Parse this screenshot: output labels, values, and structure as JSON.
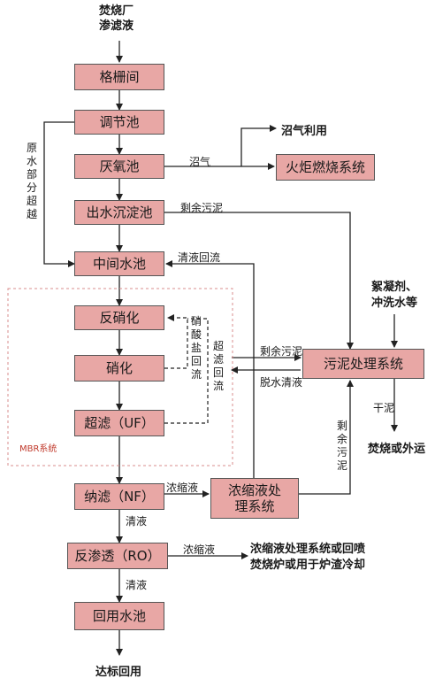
{
  "source": "焚烧厂\n渗滤液",
  "boxes": {
    "grid": "格栅间",
    "regulate": "调节池",
    "anaerobic": "厌氧池",
    "settle": "出水沉淀池",
    "middle": "中间水池",
    "denitrify": "反硝化",
    "nitrify": "硝化",
    "uf": "超滤（UF）",
    "nf": "纳滤（NF）",
    "ro": "反渗透（RO）",
    "reuse": "回用水池",
    "flare": "火炬燃烧系统",
    "sludge": "污泥处理系统",
    "concentrate": "浓缩液处\n理系统"
  },
  "labels": {
    "biogas_use": "沼气利用",
    "biogas": "沼气",
    "excess_sludge_1": "剩余污泥",
    "excess_sludge_2": "剩余污泥",
    "excess_sludge_v": "剩余污泥",
    "clear_return": "清液回流",
    "raw_bypass": "原水部分超越",
    "nitrate_return": "硝酸盐回流",
    "uf_return": "超滤回流",
    "dewater_liquid": "脱水清液",
    "flocculant": "絮凝剂、\n冲洗水等",
    "dry_sludge": "干泥",
    "incinerate": "焚烧或外运",
    "mbr": "MBR系统",
    "nf_concentrate": "浓缩液",
    "nf_clear": "清液",
    "ro_concentrate": "浓缩液",
    "ro_dest": "浓缩液处理系统或回喷\n焚烧炉或用于炉渣冷却",
    "ro_clear": "清液",
    "final": "达标回用"
  }
}
